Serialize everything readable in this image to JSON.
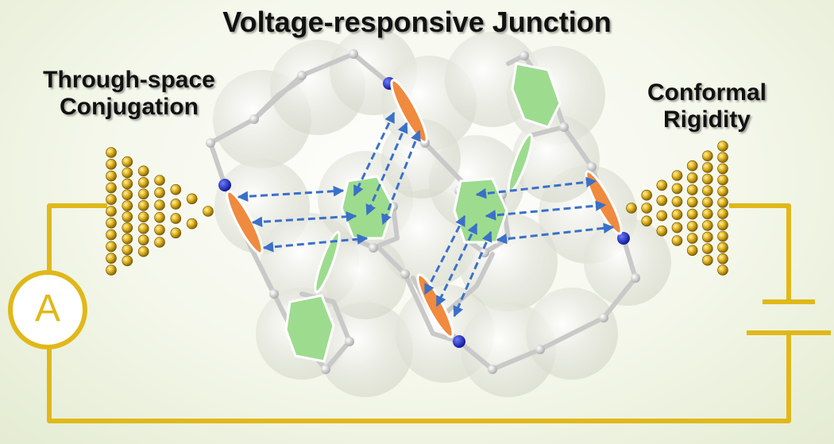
{
  "title": "Voltage-responsive Junction",
  "left_label": {
    "line1": "Through-space",
    "line2": "Conjugation"
  },
  "right_label": {
    "line1": "Conformal",
    "line2": "Rigidity"
  },
  "ammeter_symbol": "A",
  "colors": {
    "wire": "#e0b81a",
    "gold_electrode": "#c99a0c",
    "arrow": "#3a70c9",
    "phenyl_ring": "#9ddc8e",
    "pyridinium_ring": "#f08a3e",
    "nitrogen": "#1f2fc4",
    "carbon_bond": "#c9c9c9"
  },
  "icons": [
    "ammeter-icon",
    "battery-icon",
    "gold-electrode-left-icon",
    "gold-electrode-right-icon"
  ]
}
